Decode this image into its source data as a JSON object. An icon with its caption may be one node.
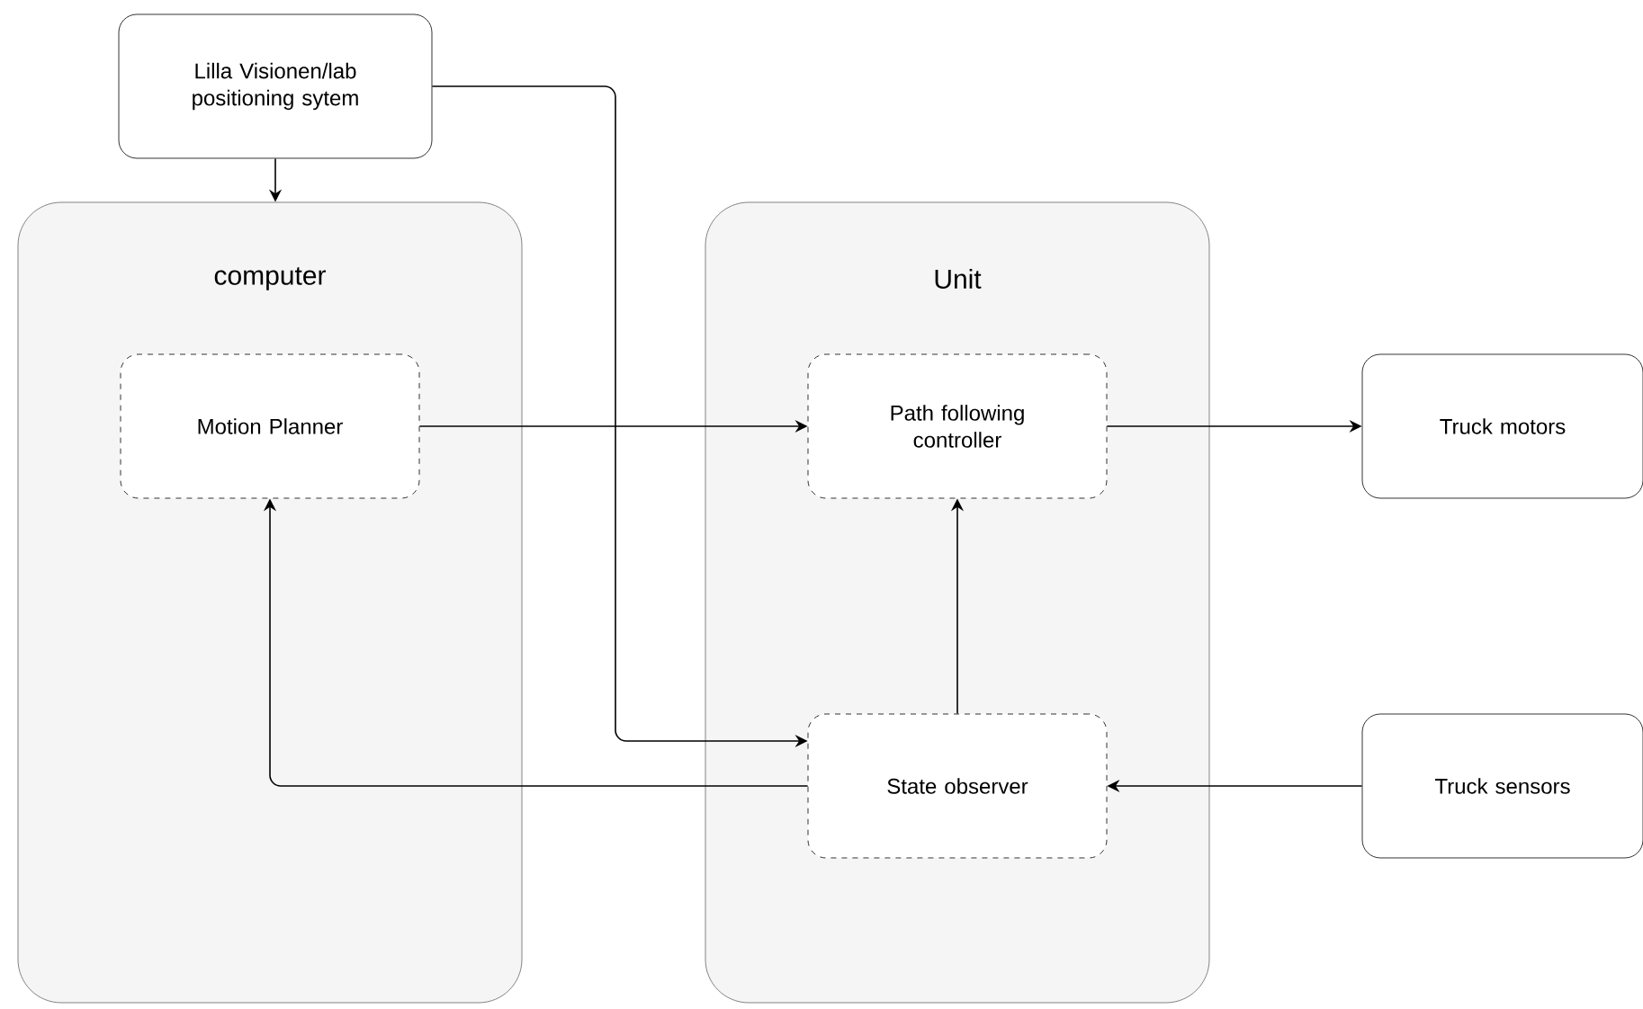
{
  "diagram": {
    "nodes": [
      {
        "text": [
          "Lilla Visionen/lab positioning sytem"
        ]
      },
      {
        "text": [
          "computer"
        ]
      },
      {
        "text": [
          "Motion Planner"
        ],
        "in": 1
      },
      {
        "text": [
          "Unit"
        ]
      },
      {
        "text": [
          "Path following controller"
        ],
        "in": 3
      },
      {
        "text": [
          "State observer"
        ],
        "in": 3
      },
      {
        "text": [
          "Truck motors"
        ]
      },
      {
        "text": [
          "Truck sensors"
        ]
      }
    ],
    "edges": [
      {
        "from": 0,
        "to": 1,
        "arrow": "to"
      },
      {
        "from": 0,
        "to": 5,
        "arrow": "to"
      },
      {
        "from": 2,
        "to": 4,
        "arrow": "to"
      },
      {
        "from": 4,
        "to": 6,
        "arrow": "to"
      },
      {
        "from": 5,
        "to": 4,
        "arrow": "to"
      },
      {
        "from": 7,
        "to": 5,
        "arrow": "to"
      },
      {
        "from": 5,
        "to": 2,
        "arrow": "to"
      }
    ]
  }
}
